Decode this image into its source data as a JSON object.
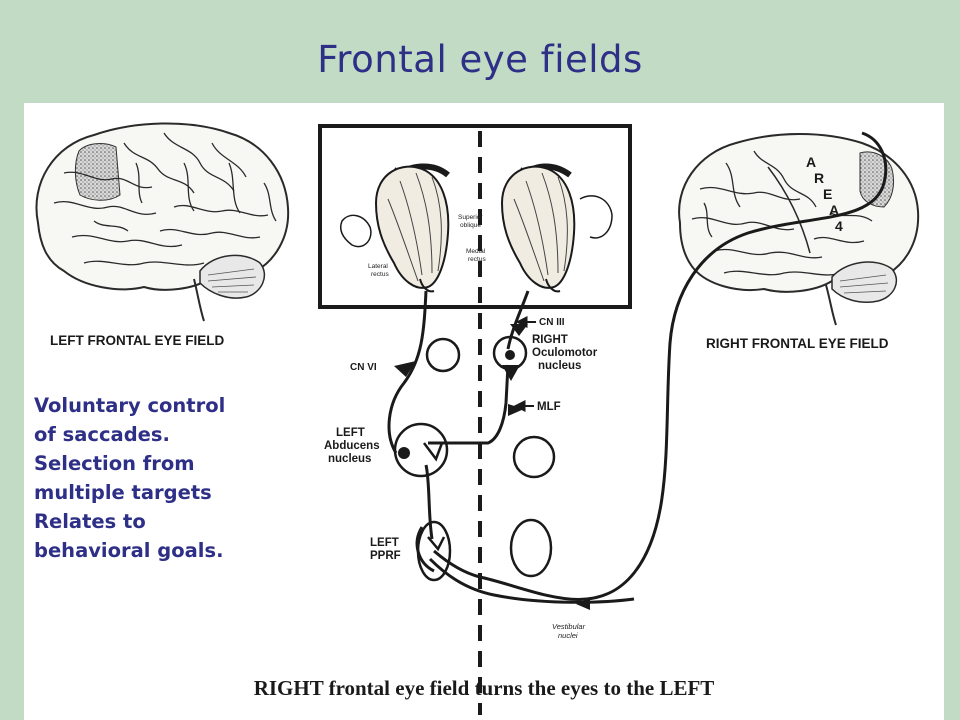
{
  "title": "Frontal eye fields",
  "labels": {
    "left_fef": "LEFT FRONTAL EYE FIELD",
    "right_fef": "RIGHT FRONTAL EYE FIELD",
    "area4": [
      "A",
      "R",
      "E",
      "A",
      "4"
    ],
    "superior_oblique": [
      "Superior",
      "oblique"
    ],
    "medial_rectus": [
      "Medial",
      "rectus"
    ],
    "lateral_rectus": [
      "Lateral",
      "rectus"
    ],
    "cn_iii": "CN III",
    "cn_vi": "CN VI",
    "right_oculomotor": [
      "RIGHT",
      "Oculomotor",
      "nucleus"
    ],
    "mlf": "MLF",
    "left_abducens": [
      "LEFT",
      "Abducens",
      "nucleus"
    ],
    "left_pprf": [
      "LEFT",
      "PPRF"
    ],
    "vestibular": [
      "Vestibular",
      "nuclei"
    ]
  },
  "caption_lines": [
    "Voluntary control",
    "of saccades.",
    "Selection from",
    "multiple targets",
    "Relates to",
    "behavioral goals."
  ],
  "bottom_caption": "RIGHT frontal eye field turns the eyes to the LEFT",
  "colors": {
    "background": "#c2dbc4",
    "title": "#2e2f86",
    "ink": "#1a1a1a"
  }
}
